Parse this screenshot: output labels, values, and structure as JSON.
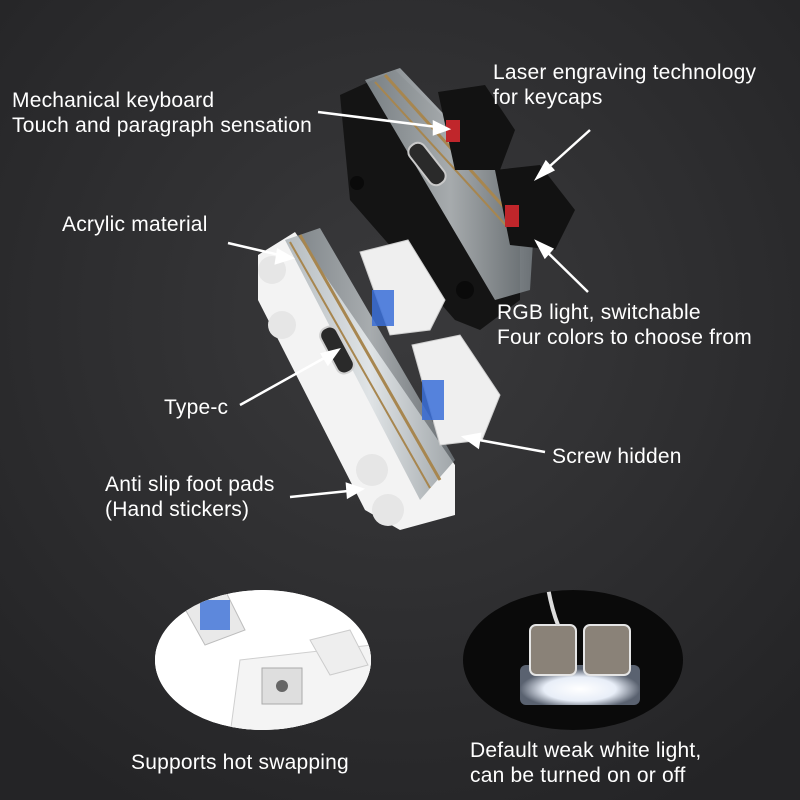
{
  "labels": {
    "mechanical": {
      "line1": "Mechanical keyboard",
      "line2": "Touch and paragraph sensation"
    },
    "laser": {
      "line1": "Laser engraving technology",
      "line2": "for keycaps"
    },
    "acrylic": {
      "line1": "Acrylic material"
    },
    "rgb": {
      "line1": "RGB light, switchable",
      "line2": "Four colors to choose from"
    },
    "typec": {
      "line1": "Type-c"
    },
    "screw": {
      "line1": "Screw hidden"
    },
    "antislip": {
      "line1": "Anti slip foot pads",
      "line2": "(Hand stickers)"
    },
    "hotswap": {
      "line1": "Supports hot swapping"
    },
    "whitelight": {
      "line1": "Default weak white light,",
      "line2": "can be turned on or off"
    }
  },
  "colors": {
    "background": "#2b2b2d",
    "label_text": "#ffffff",
    "pointer": "#ffffff",
    "white_body": "#f2f2f2",
    "black_body": "#151515",
    "switch_blue": "#3a6fd8",
    "led_red": "#c0262b"
  }
}
